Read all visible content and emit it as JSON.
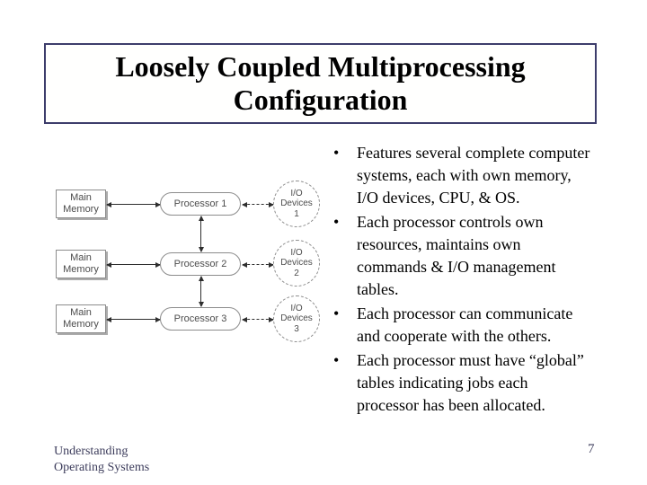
{
  "slide": {
    "title": "Loosely Coupled Multiprocessing\nConfiguration",
    "bullet_char": "•",
    "bullets": [
      "Features several complete computer\nsystems, each with own memory,\nI/O devices, CPU, & OS.",
      "Each processor controls own\nresources, maintains own\ncommands & I/O management\ntables.",
      "Each processor can communicate\nand cooperate with the others.",
      "Each processor must have “global”\ntables indicating jobs each\nprocessor has been allocated."
    ],
    "footer": "Understanding\nOperating Systems",
    "page_number": "7"
  },
  "diagram": {
    "rows": [
      {
        "memory": "Main\nMemory",
        "processor": "Processor 1",
        "io": "I/O\nDevices\n1"
      },
      {
        "memory": "Main\nMemory",
        "processor": "Processor 2",
        "io": "I/O\nDevices\n2"
      },
      {
        "memory": "Main\nMemory",
        "processor": "Processor 3",
        "io": "I/O\nDevices\n3"
      }
    ]
  },
  "colors": {
    "title_border": "#3d3d6b",
    "footer_text": "#3d3d5c",
    "diagram_line": "#2e2e2e",
    "diagram_border": "#8c8c8c",
    "diagram_text": "#4c4c4c",
    "memory_shadow": "#ababab"
  }
}
